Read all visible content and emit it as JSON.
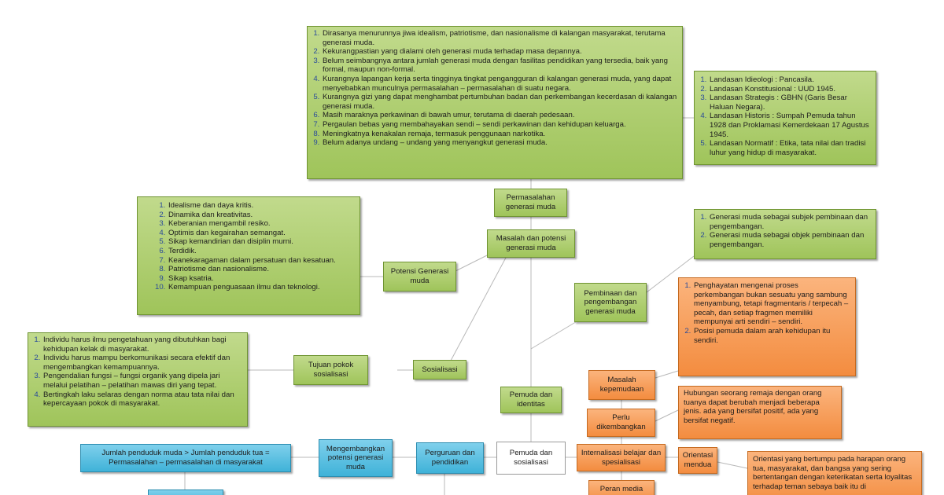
{
  "nodes": {
    "permasalahan_list": [
      "Dirasanya menurunnya jiwa idealism, patriotisme, dan nasionalisme di kalangan masyarakat, terutama generasi muda.",
      "Kekurangpastian yang dialami oleh generasi muda terhadap masa depannya.",
      "Belum seimbangnya antara jumlah generasi muda dengan fasilitas pendidikan yang tersedia, baik yang formal, maupun non-formal.",
      "Kurangnya lapangan kerja serta tingginya tingkat pengangguran di kalangan generasi muda, yang dapat menyebabkan munculnya permasalahan – permasalahan di suatu negara.",
      "Kurangnya gizi yang dapat menghambat pertumbuhan badan dan perkembangan kecerdasan di kalangan generasi muda.",
      "Masih maraknya perkawinan di bawah umur, terutama di daerah pedesaan.",
      "Pergaulan bebas yang membahayakan sendi – sendi perkawinan dan kehidupan keluarga.",
      "Meningkatnya kenakalan remaja, termasuk penggunaan narkotika.",
      "Belum adanya undang – undang yang menyangkut generasi muda."
    ],
    "landasan_list": [
      "Landasan Idieologi : Pancasila.",
      "Landasan Konstitusional : UUD 1945.",
      "Landasan Strategis : GBHN (Garis Besar Haluan Negara).",
      "Landasan Historis : Sumpah Pemuda tahun 1928 dan Proklamasi Kemerdekaan 17 Agustus 1945.",
      "Landasan Normatif : Etika, tata nilai dan tradisi luhur yang hidup di masyarakat."
    ],
    "permasalahan_generasi_muda": "Permasalahan generasi muda",
    "masalah_dan_potensi": "Masalah dan potensi generasi muda",
    "potensi_list": [
      "Idealisme dan daya kritis.",
      "Dinamika dan kreativitas.",
      "Keberanian mengambil resiko.",
      "Optimis dan kegairahan semangat.",
      "Sikap kemandirian dan disiplin murni.",
      "Terdidik.",
      "Keanekaragaman dalam persatuan dan kesatuan.",
      "Patriotisme dan nasionalisme.",
      "Sikap ksatria.",
      "Kemampuan penguasaan ilmu dan teknologi."
    ],
    "potensi_generasi_muda": "Potensi Generasi muda",
    "subjek_objek_list": [
      "Generasi muda sebagai subjek pembinaan dan pengembangan.",
      "Generasi muda sebagai objek pembinaan dan pengembangan."
    ],
    "pembinaan": "Pembinaan dan pengembangan generasi muda",
    "penghayatan_list": [
      "Penghayatan mengenai proses perkembangan bukan sesuatu yang sambung menyambung, tetapi fragmentaris / terpecah – pecah, dan setiap fragmen memiliki mempunyai arti sendiri – sendiri.",
      "Posisi pemuda dalam arah kehidupan itu sendiri."
    ],
    "tujuan_list": [
      "Individu harus ilmu pengetahuan yang dibutuhkan bagi kehidupan kelak di masyarakat.",
      "Individu harus mampu berkomunikasi secara efektif dan mengembangkan kemampuannya.",
      "Pengendalian fungsi – fungsi organik yang dipela jari melalui pelatihan – pelatihan mawas diri yang tepat.",
      "Bertingkah laku selaras dengan norma atau tata nilai dan kepercayaan pokok di masyarakat."
    ],
    "tujuan_pokok": "Tujuan pokok sosialisasi",
    "sosialisasi": "Sosialisasi",
    "masalah_kepemudaan": "Masalah kepemudaan",
    "hubungan_text": "Hubungan seorang remaja dengan orang tuanya dapat berubah menjadi beberapa jenis. ada yang bersifat positif, ada yang bersifat negatif.",
    "pemuda_identitas": "Pemuda dan identitas",
    "perlu_dikembangkan": "Perlu dikembangkan",
    "jumlah_penduduk": "Jumlah penduduk muda > Jumlah penduduk tua = Permasalahan – permasalahan di masyarakat",
    "mengembangkan": "Mengembangkan potensi generasi muda",
    "perguruan": "Perguruan dan pendidikan",
    "pemuda_sosialisasi": "Pemuda dan sosialisasi",
    "internalisasi": "Internalisasi belajar dan spesialisasi",
    "orientasi_mendua": "Orientasi mendua",
    "orientasi_text": "Orientasi yang bertumpu pada harapan orang tua, masyarakat, dan bangsa yang sering bertentangan dengan keterikatan serta loyalitas terhadap teman sebaya baik itu di",
    "peran_media": "Peran media"
  },
  "colors": {
    "green": "#9fc45a",
    "orange": "#f38c3f",
    "blue": "#3fb2d8",
    "connector": "#b8b8b8"
  }
}
